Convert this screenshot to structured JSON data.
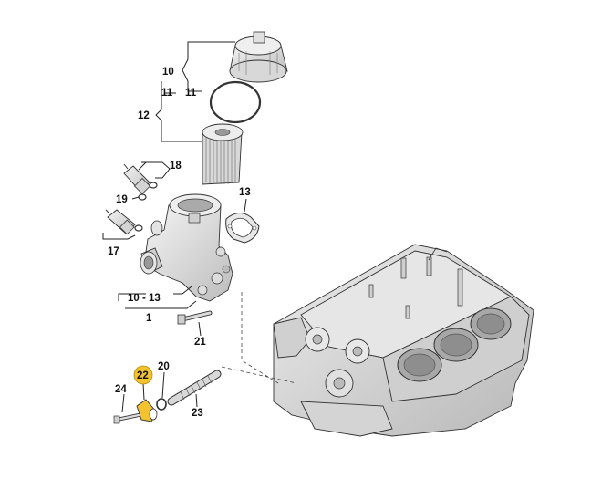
{
  "diagram": {
    "highlight_color": "#f2c230",
    "part_fill": "#e4e4e4",
    "block_fill": "#d9d9d9",
    "labels": {
      "p10_top": "10",
      "p11_right": "11",
      "p11_left": "11",
      "p12": "12",
      "p18": "18",
      "p19": "19",
      "p13": "13",
      "p17": "17",
      "range": "10 - 13",
      "p1": "1",
      "p21": "21",
      "p22": "22",
      "p20": "20",
      "p24": "24",
      "p23": "23"
    }
  }
}
